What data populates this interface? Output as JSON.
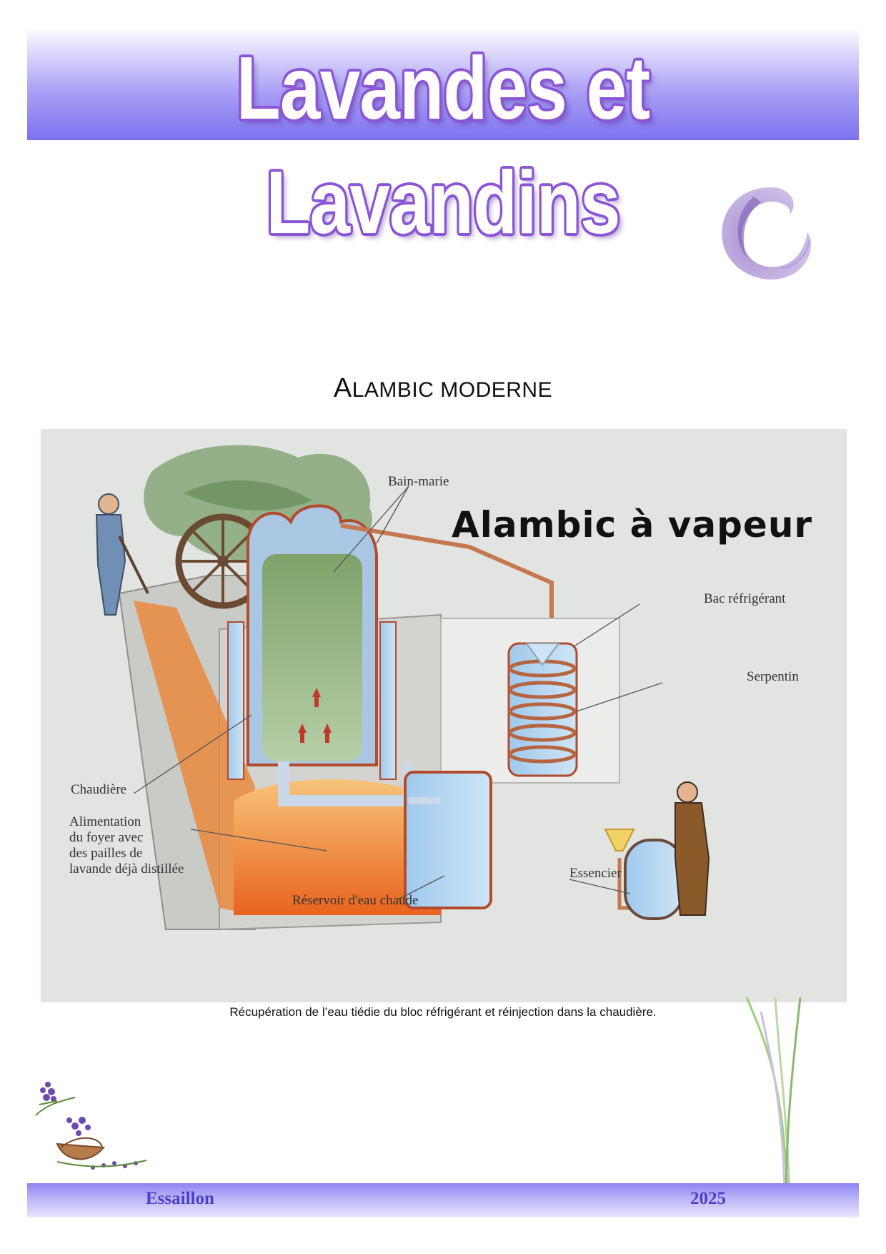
{
  "header": {
    "title": "Lavandes et Lavandins"
  },
  "section": {
    "title_cap_a": "A",
    "title_rest_a": "LAMBIC ",
    "title_rest_b": "MODERNE"
  },
  "figure": {
    "heading": "Alambic à vapeur",
    "labels": {
      "bain_marie": "Bain-marie",
      "bac_refrigerant": "Bac réfrigérant",
      "serpentin": "Serpentin",
      "chaudiere": "Chaudière",
      "alimentation_1": "Alimentation",
      "alimentation_2": "du foyer avec",
      "alimentation_3": "des pailles de",
      "alimentation_4": "lavande déjà distillée",
      "essencier": "Essencier",
      "reservoir": "Réservoir d'eau chaude"
    }
  },
  "caption": "Récupération de l’eau tiédie du bloc réfrigérant et réinjection dans la chaudière.",
  "footer": {
    "left": "Essaillon",
    "right": "2025"
  },
  "colors": {
    "header_accent": "#7e72ee",
    "title_outline": "#8a55d6",
    "footer_text": "#4b3fc4"
  }
}
